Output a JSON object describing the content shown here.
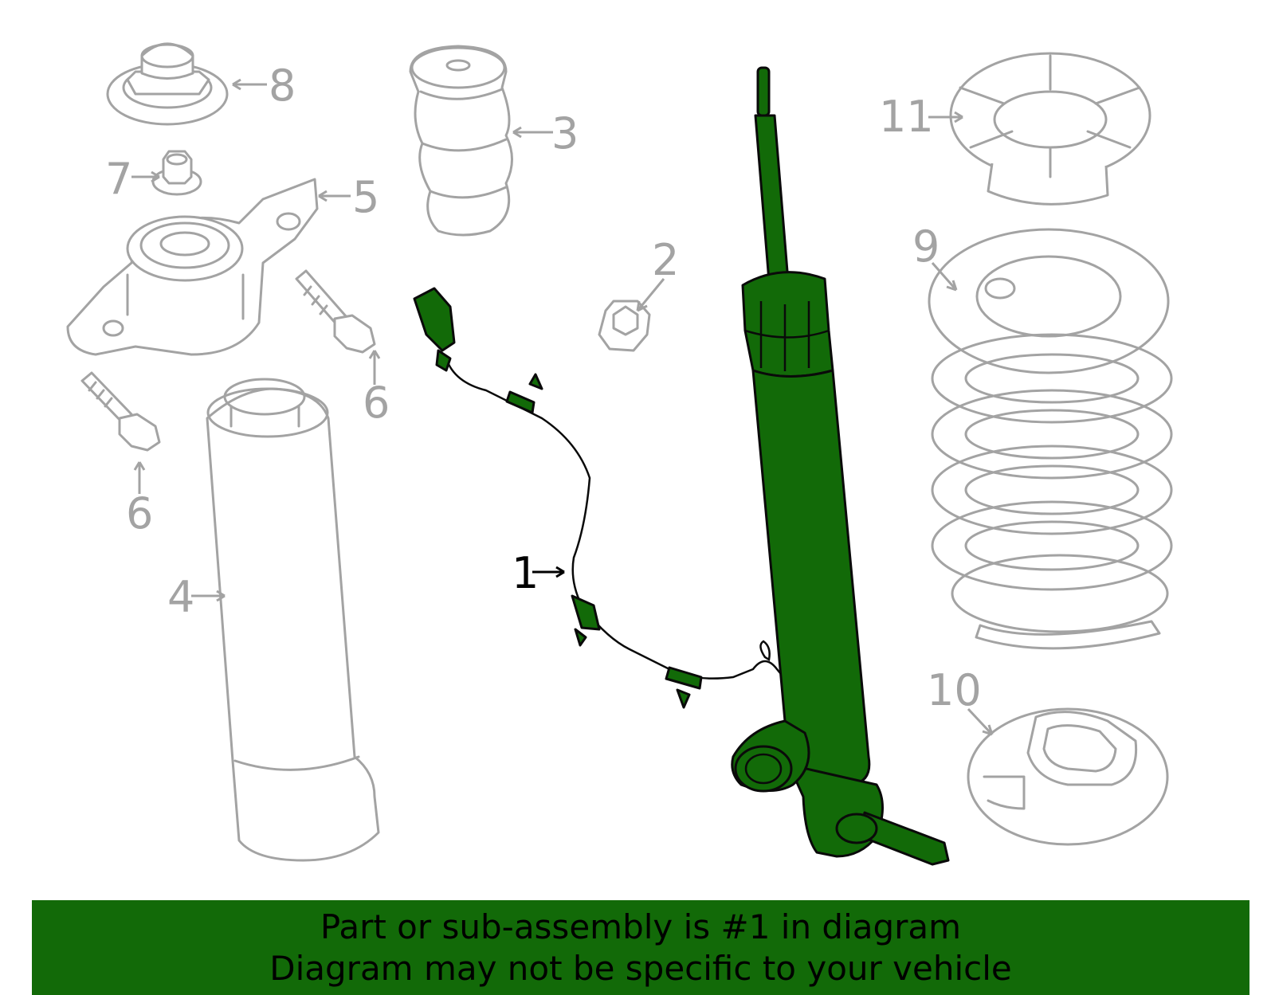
{
  "callouts": {
    "c1": "1",
    "c2": "2",
    "c3": "3",
    "c4": "4",
    "c5": "5",
    "c6a": "6",
    "c6b": "6",
    "c7": "7",
    "c8": "8",
    "c9": "9",
    "c10": "10",
    "c11": "11"
  },
  "highlight_part": "1",
  "colors": {
    "highlight": "#126a08",
    "outline": "#a3a3a3",
    "banner": "#126a08"
  },
  "banner": {
    "line1": "Part or sub-assembly is #1 in diagram",
    "line2": "Diagram may not be specific to your vehicle"
  }
}
